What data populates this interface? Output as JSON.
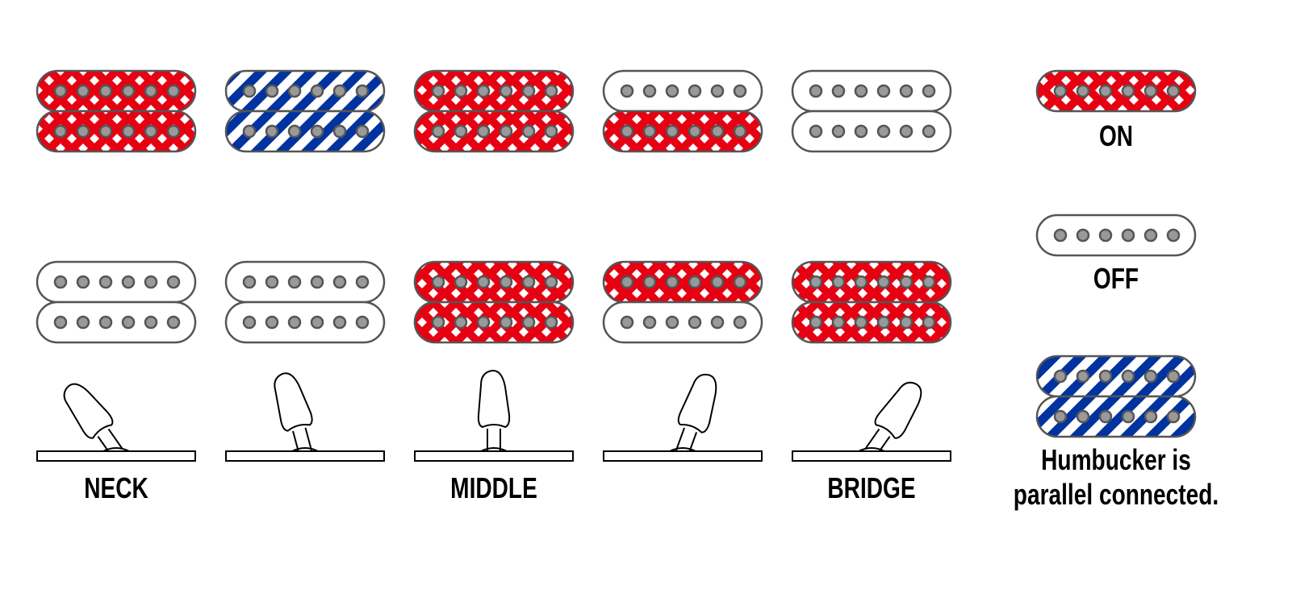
{
  "colors": {
    "on": "#e60012",
    "parallel": "#0033a0",
    "outline": "#555555",
    "pole": "#999999"
  },
  "positions": [
    {
      "label": "NECK",
      "row1": [
        "on",
        "on"
      ],
      "row2": [
        "off",
        "off"
      ],
      "lever_angle_deg": -35
    },
    {
      "label": "",
      "row1": [
        "parallel",
        "parallel"
      ],
      "row2": [
        "off",
        "off"
      ],
      "lever_angle_deg": -15
    },
    {
      "label": "MIDDLE",
      "row1": [
        "on",
        "on"
      ],
      "row2": [
        "on",
        "on"
      ],
      "lever_angle_deg": 0
    },
    {
      "label": "",
      "row1": [
        "off",
        "on"
      ],
      "row2": [
        "on",
        "off"
      ],
      "lever_angle_deg": 20
    },
    {
      "label": "BRIDGE",
      "row1": [
        "off",
        "off"
      ],
      "row2": [
        "on",
        "on"
      ],
      "lever_angle_deg": 35
    }
  ],
  "legend": {
    "on_label": "ON",
    "off_label": "OFF",
    "parallel_line1": "Humbucker is",
    "parallel_line2": "parallel connected."
  }
}
